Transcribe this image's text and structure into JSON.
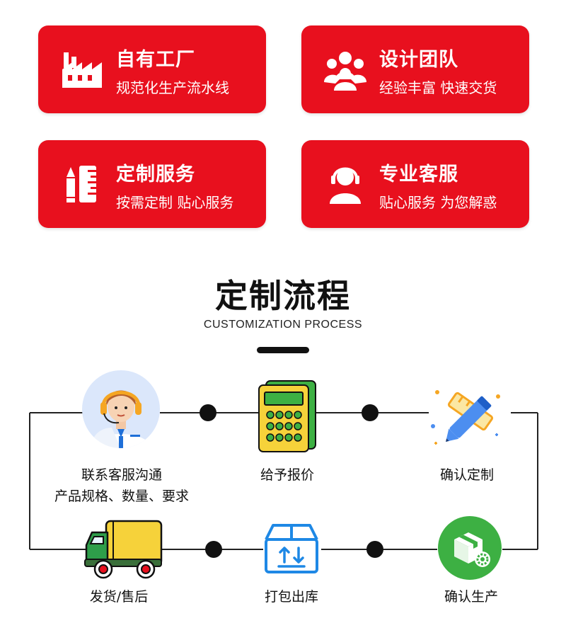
{
  "features": [
    {
      "title": "自有工厂",
      "subtitle": "规范化生产流水线",
      "icon": "factory-icon"
    },
    {
      "title": "设计团队",
      "subtitle": "经验丰富  快速交货",
      "icon": "team-icon"
    },
    {
      "title": "定制服务",
      "subtitle": "按需定制  贴心服务",
      "icon": "tools-icon"
    },
    {
      "title": "专业客服",
      "subtitle": "贴心服务  为您解惑",
      "icon": "customer-service-icon"
    }
  ],
  "process": {
    "title": "定制流程",
    "subtitle": "CUSTOMIZATION PROCESS",
    "steps": [
      {
        "label_line1": "联系客服沟通",
        "label_line2": "产品规格、数量、要求",
        "icon": "support-agent-icon"
      },
      {
        "label_line1": "给予报价",
        "icon": "calculator-icon"
      },
      {
        "label_line1": "确认定制",
        "icon": "pencil-ruler-icon"
      },
      {
        "label_line1": "确认生产",
        "icon": "production-box-icon"
      },
      {
        "label_line1": "打包出库",
        "icon": "package-icon"
      },
      {
        "label_line1": "发货/售后",
        "icon": "delivery-truck-icon"
      }
    ]
  },
  "colors": {
    "brand_red": "#e8101e",
    "green": "#3db043",
    "blue": "#1e88e5",
    "yellow": "#f6c925",
    "line": "#222222"
  }
}
